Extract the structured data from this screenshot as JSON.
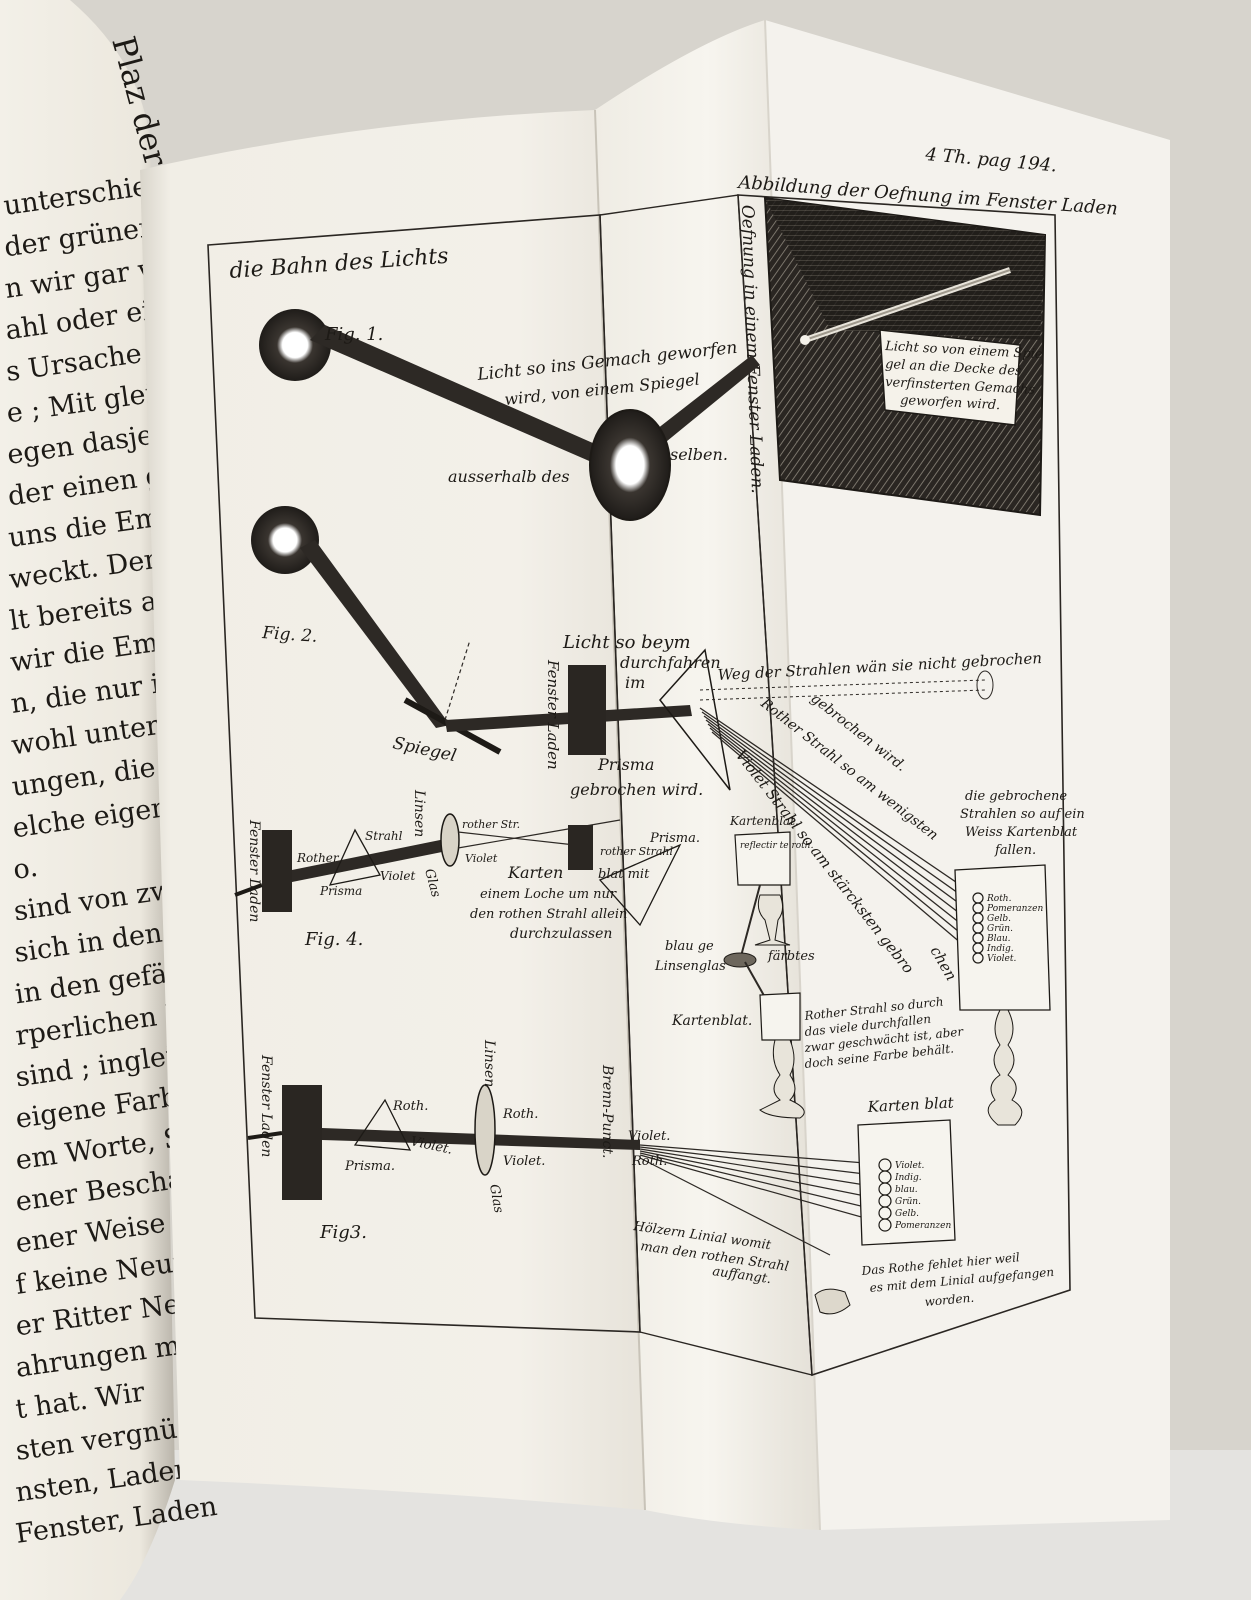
{
  "left_page": {
    "running_head": "Plaz der Natur",
    "lines": [
      "unterschiedenes",
      "der grünen",
      "n wir gar wohl",
      "ahl oder einen",
      "s Ursache gieb",
      "e ; Mit gleich",
      "egen dasjenige",
      "der einen gelb",
      "uns die Empfi",
      "weckt. Denn",
      "lt bereits aus",
      "wir die Empfi",
      "n, die nur in",
      "wohl unterschied",
      "ungen, die von a",
      "elche eigentlich d",
      "o.",
      "sind von zweyer",
      "sich in den Lichte",
      "in den gefärbten",
      "rperlichen Lichte",
      "sind ; ingleichen",
      "eigene Farbe habe",
      "em Worte, Sen",
      "ener Beschaffenhe",
      "ener Weise",
      "f keine Neuton",
      "er Ritter Neuton",
      "ahrungen mit",
      "t hat.   Wir",
      "sten vergnügungen.",
      "nsten, Laden",
      "Fenster, Laden"
    ]
  },
  "plate": {
    "page_ref": "4 Th. pag 194.",
    "top_caption": "Abbildung der Oefnung im Fenster Laden",
    "title": "die Bahn des Lichts",
    "window_label": "Oefnung in einem Fenster Laden.",
    "box_caption": [
      "Licht so von einem Spie",
      "gel an die Decke des",
      "verfinsterten Gemachs",
      "geworfen wird."
    ],
    "fig1": {
      "label": "Fig. 1.",
      "caption1": "Licht so ins Gemach geworfen",
      "caption2": "wird, von einem Spiegel",
      "caption3": "ausserhalb des",
      "caption4": "selben."
    },
    "fig2": {
      "label": "Fig. 2.",
      "spiegel": "Spiegel",
      "fenster": "Fenster Laden",
      "licht1": "Licht so beym",
      "licht2": "durchfahren",
      "licht3": "im",
      "prisma1": "Prisma",
      "prisma2": "gebrochen wird.",
      "weg": "Weg der Strahlen wän sie nicht gebrochen",
      "rother1": "Rother Strahl so am wenigsten",
      "rother2": "gebrochen wird.",
      "violet1": "Violet Strahl so am stärcksten gebro",
      "violet2": "chen",
      "gebrochene": [
        "die gebrochene",
        "Strahlen so auf ein",
        "Weiss Kartenblat",
        "fallen."
      ],
      "colors": [
        "Roth.",
        "Pomeranzen",
        "Gelb.",
        "Grün.",
        "Blau.",
        "Indig.",
        "Violet."
      ]
    },
    "fig4": {
      "label": "Fig. 4.",
      "fenster": "Fenster Laden",
      "rother": "Rother",
      "strahl": "Strahl",
      "violet": "Violet",
      "prisma": "Prisma",
      "linsen": "Linsen",
      "glas": "Glas",
      "rother_str": "rother Str.",
      "violet2": "Violet",
      "rother_strahl": "rother Strahl",
      "prisma2": "Prisma.",
      "karten1": "Karten",
      "karten2": "blat mit",
      "karten3": "einem Loche um nur",
      "karten4": "den rothen Strahl allein",
      "karten5": "durchzulassen",
      "kartenblat": "Kartenblat.",
      "reflect": "reflectir te roth.",
      "blau1": "blau ge",
      "blau2": "Linsenglas",
      "blau3": "färbtes",
      "kartenblat2": "Kartenblat.",
      "rother_so": [
        "Rother Strahl so durch",
        "das viele durchfallen",
        "zwar geschwächt ist, aber",
        "doch seine Farbe behält."
      ]
    },
    "fig3": {
      "label": "Fig3.",
      "fenster": "Fenster Laden",
      "roth": "Roth.",
      "violet": "Violet.",
      "prisma": "Prisma.",
      "linsen": "Linsen",
      "glas": "Glas",
      "roth2": "Roth.",
      "violet2": "Violet.",
      "brenn": "Brenn-Punct.",
      "violet3": "Violet.",
      "roth3": "Roth.",
      "hoelzern": [
        "Hölzern Linial womit",
        "man den rothen Strahl",
        "auffangt."
      ],
      "kartenblat": "Karten blat",
      "colors": [
        "Violet.",
        "Indig.",
        "blau.",
        "Grün.",
        "Gelb.",
        "Pomeranzen"
      ],
      "rothe_fehlt": [
        "Das Rothe fehlet hier weil",
        "es mit dem Linial aufgefangen",
        "worden."
      ]
    }
  }
}
